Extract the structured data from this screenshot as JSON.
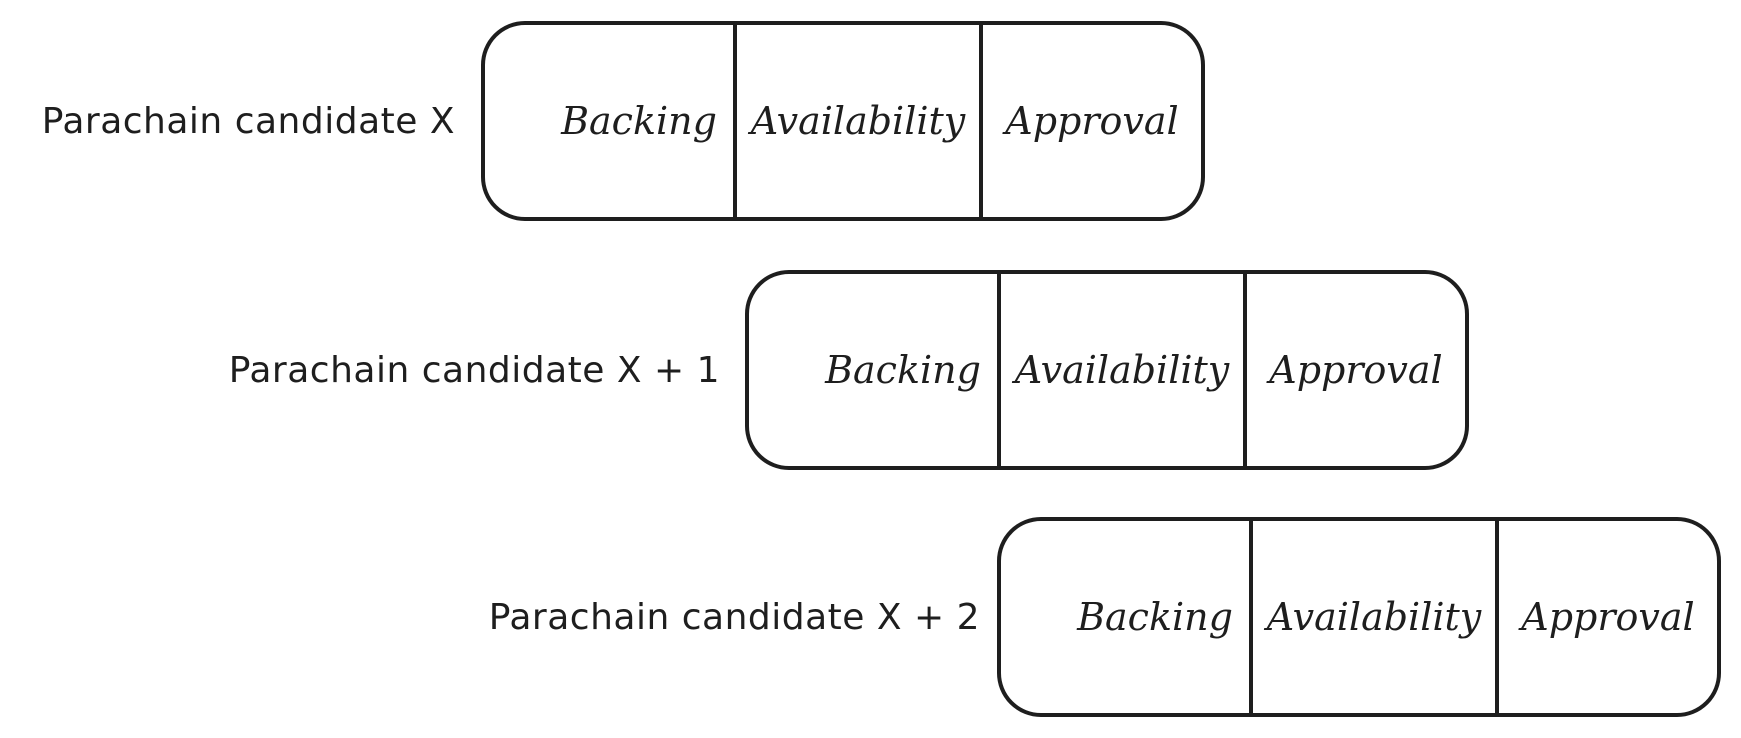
{
  "diagram": {
    "rows": [
      {
        "label": "Parachain candidate X",
        "stages": [
          "Backing",
          "Availability",
          "Approval"
        ]
      },
      {
        "label": "Parachain candidate X + 1",
        "stages": [
          "Backing",
          "Availability",
          "Approval"
        ]
      },
      {
        "label": "Parachain candidate X + 2",
        "stages": [
          "Backing",
          "Availability",
          "Approval"
        ]
      }
    ],
    "colors": {
      "stroke": "#1e1e1e",
      "background": "#ffffff"
    }
  }
}
